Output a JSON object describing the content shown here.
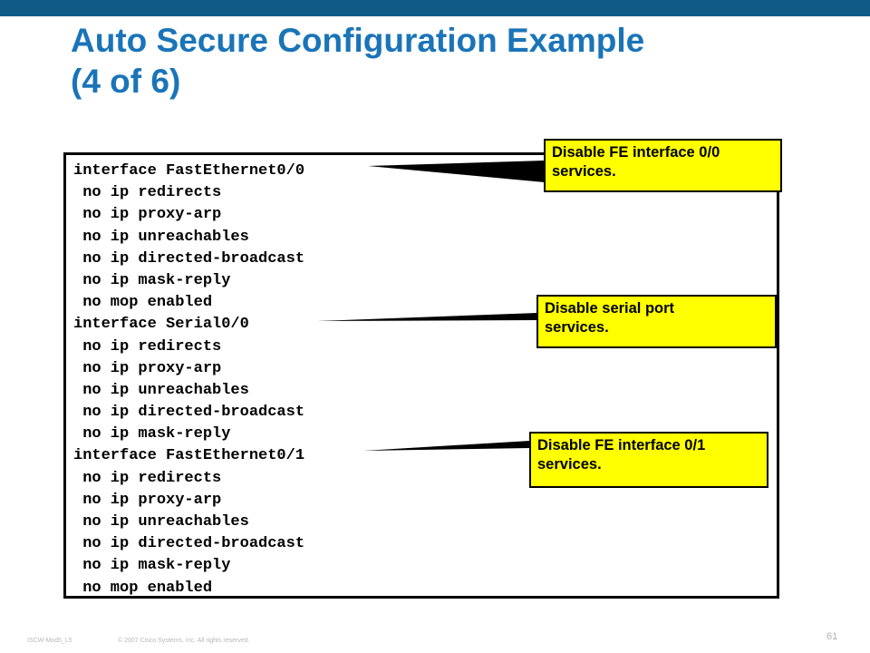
{
  "slide": {
    "title_line1": "Auto Secure Configuration Example",
    "title_line2": "(4 of 6)",
    "code_lines": [
      "interface FastEthernet0/0",
      " no ip redirects",
      " no ip proxy-arp",
      " no ip unreachables",
      " no ip directed-broadcast",
      " no ip mask-reply",
      " no mop enabled",
      "interface Serial0/0",
      " no ip redirects",
      " no ip proxy-arp",
      " no ip unreachables",
      " no ip directed-broadcast",
      " no ip mask-reply",
      "interface FastEthernet0/1",
      " no ip redirects",
      " no ip proxy-arp",
      " no ip unreachables",
      " no ip directed-broadcast",
      " no ip mask-reply",
      " no mop enabled"
    ],
    "callouts": [
      {
        "line1": "Disable FE interface 0/0",
        "line2": "services."
      },
      {
        "line1": "Disable serial port",
        "line2": "services."
      },
      {
        "line1": "Disable FE interface 0/1",
        "line2": "services."
      }
    ]
  },
  "footer": {
    "course": "ISCW-Mod5_L5",
    "copyright": "© 2007 Cisco Systems, Inc. All rights reserved.",
    "page_number": "61"
  },
  "colors": {
    "top_bar": "#0f5a86",
    "title": "#1a74b8",
    "callout_fill": "#ffff00"
  }
}
